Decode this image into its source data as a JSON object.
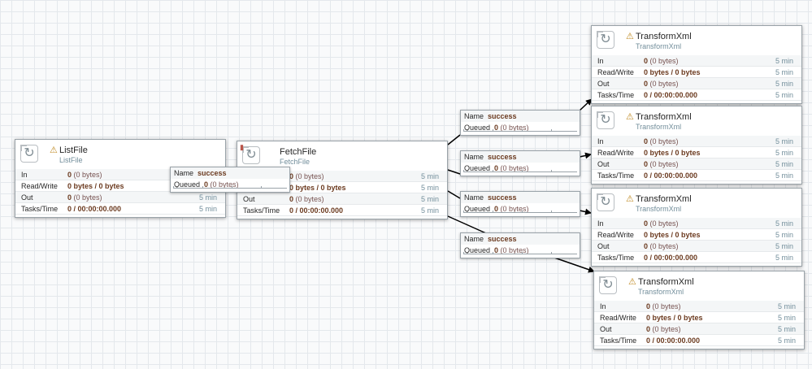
{
  "stat_labels": {
    "in": "In",
    "read_write": "Read/Write",
    "out": "Out",
    "tasks_time": "Tasks/Time"
  },
  "stat_values": {
    "count": "0",
    "bytes": "(0 bytes)",
    "rw": "0 bytes / 0 bytes",
    "tasks": "0 / 00:00:00.000",
    "window": "5 min"
  },
  "processors": {
    "listfile": {
      "name": "ListFile",
      "type": "ListFile"
    },
    "fetchfile": {
      "name": "FetchFile",
      "type": "FetchFile"
    },
    "transform1": {
      "name": "TransformXml",
      "type": "TransformXml"
    },
    "transform2": {
      "name": "TransformXml",
      "type": "TransformXml"
    },
    "transform3": {
      "name": "TransformXml",
      "type": "TransformXml"
    },
    "transform4": {
      "name": "TransformXml",
      "type": "TransformXml"
    }
  },
  "connection": {
    "name_label": "Name",
    "name_value": "success",
    "queued_label": "Queued",
    "queued_count": "0",
    "queued_bytes": "(0 bytes)"
  },
  "icons": {
    "processor": "processor-refresh-icon",
    "warning": "warning-icon",
    "stopped": "stopped-indicator-icon"
  },
  "colors": {
    "canvas": "#f9fafb",
    "grid": "#e4e8ec",
    "warning": "#c08b25",
    "value": "#6b3a1f",
    "secondary": "#728e9b"
  }
}
